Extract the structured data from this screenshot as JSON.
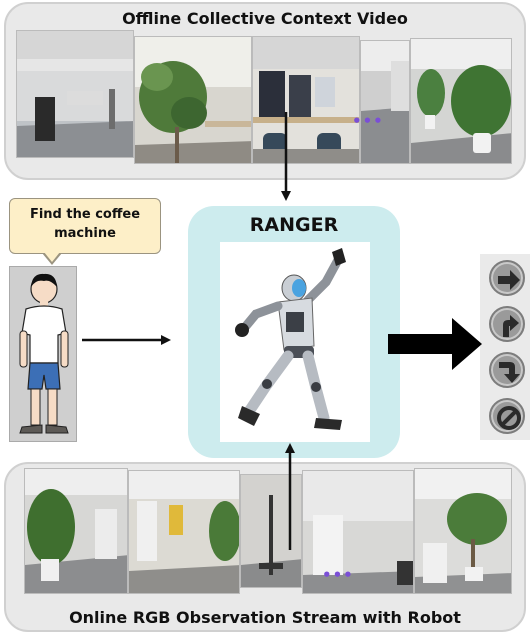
{
  "top_panel": {
    "title": "Offline Collective Context Video",
    "more_indicator": "•••"
  },
  "center": {
    "title": "RANGER"
  },
  "instruction": {
    "line1": "Find the coffee",
    "line2": "machine"
  },
  "bottom_panel": {
    "title": "Online RGB Observation Stream with Robot",
    "more_indicator": "•••"
  },
  "actions": [
    {
      "icon": "arrow-right-icon"
    },
    {
      "icon": "turn-left-icon"
    },
    {
      "icon": "turn-right-icon"
    },
    {
      "icon": "stop-icon"
    }
  ],
  "colors": {
    "panel_bg": "#e9e9e9",
    "ranger_bg": "#cdecee",
    "bubble_bg": "#fdefc8",
    "dots": "#7b4fd6"
  }
}
